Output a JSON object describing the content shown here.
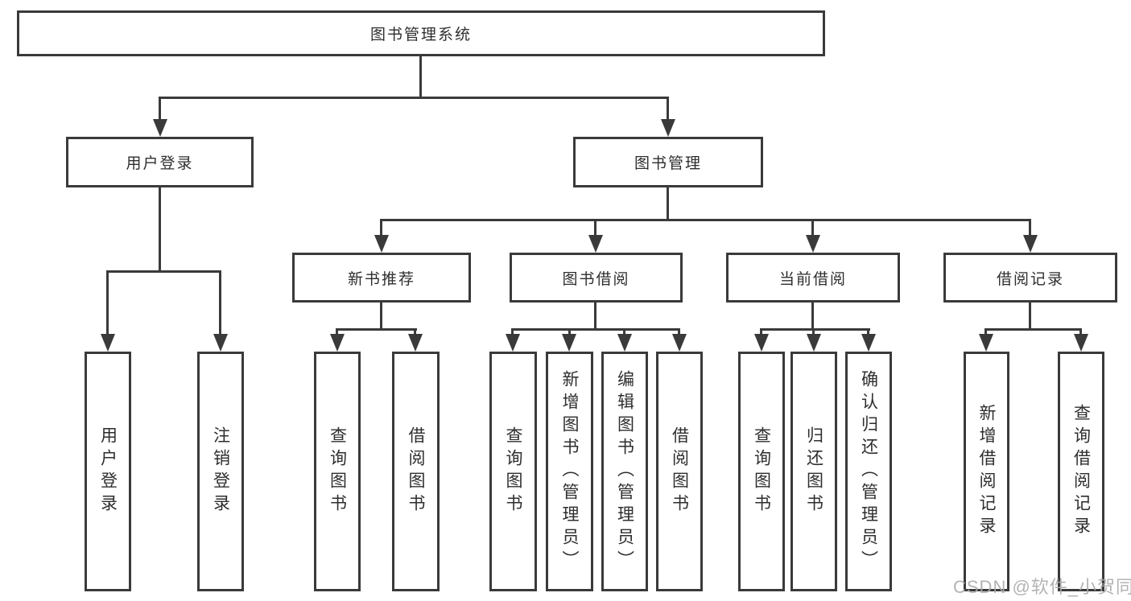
{
  "diagram": {
    "type": "hierarchy-tree",
    "nodes": {
      "root": {
        "label": "图书管理系统"
      },
      "user_login": {
        "label": "用户登录"
      },
      "book_mgmt": {
        "label": "图书管理"
      },
      "new_book_rec": {
        "label": "新书推荐"
      },
      "book_borrow": {
        "label": "图书借阅"
      },
      "current_borrow": {
        "label": "当前借阅"
      },
      "borrow_record": {
        "label": "借阅记录"
      },
      "leaf_user_login": {
        "label": "用户登录"
      },
      "leaf_logout": {
        "label": "注销登录"
      },
      "leaf_nr_query": {
        "label": "查询图书"
      },
      "leaf_nr_borrow": {
        "label": "借阅图书"
      },
      "leaf_bb_query": {
        "label": "查询图书"
      },
      "leaf_bb_add": {
        "label": "新增图书（管理员）"
      },
      "leaf_bb_edit": {
        "label": "编辑图书（管理员）"
      },
      "leaf_bb_borrow": {
        "label": "借阅图书"
      },
      "leaf_cb_query": {
        "label": "查询图书"
      },
      "leaf_cb_return": {
        "label": "归还图书"
      },
      "leaf_cb_confirm": {
        "label": "确认归还（管理员）"
      },
      "leaf_br_add": {
        "label": "新增借阅记录"
      },
      "leaf_br_query": {
        "label": "查询借阅记录"
      }
    }
  },
  "watermark": "CSDN @软件_小贺同学",
  "colors": {
    "line": "#3a3a3a",
    "text": "#2e2e2e",
    "bg": "#ffffff",
    "watermark": "#ababab"
  }
}
